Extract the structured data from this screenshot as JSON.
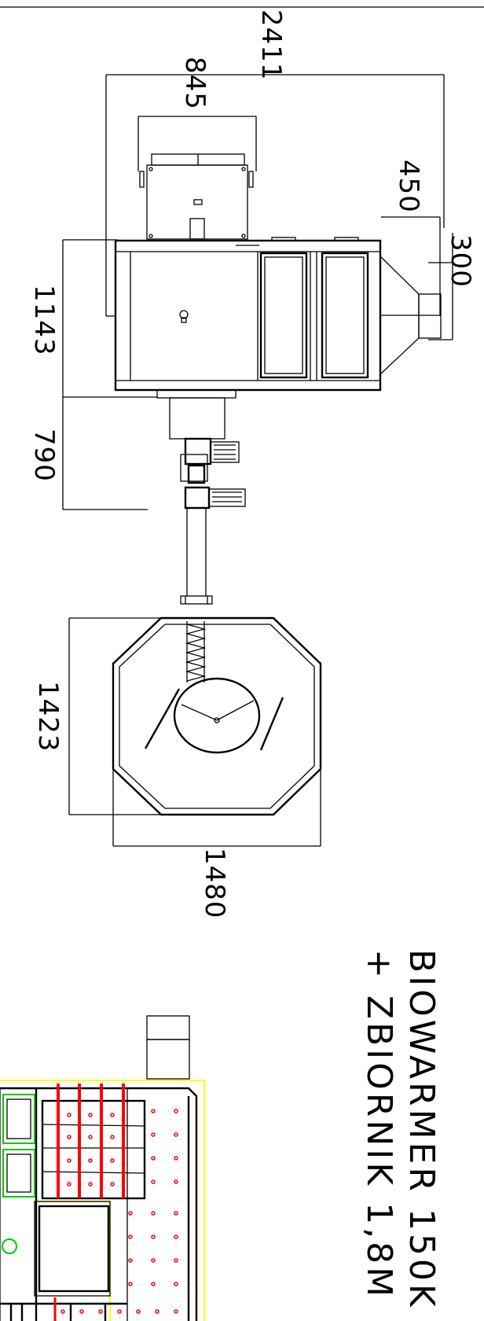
{
  "dimensions": {
    "d2411": "2411",
    "d845": "845",
    "d450": "450",
    "d300": "300",
    "d1143": "1143",
    "d790": "790",
    "d1423": "1423",
    "d1480": "1480"
  },
  "title": {
    "line1": "BIOWARMER 150K",
    "line2": "+ ZBIORNIK 1,8M"
  },
  "colors": {
    "line": "#000000",
    "plan_yellow": "#ffff00",
    "plan_green": "#00cc00",
    "plan_red": "#ff0000"
  }
}
